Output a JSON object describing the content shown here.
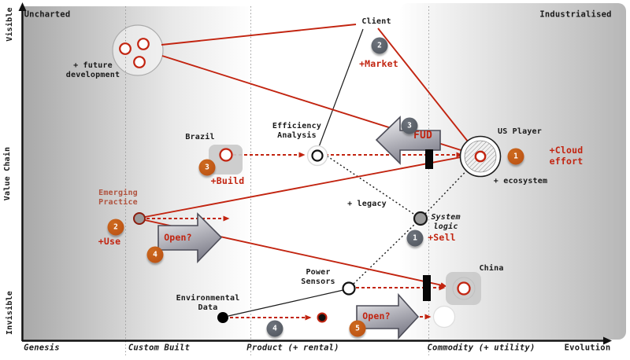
{
  "corners": {
    "top_left": "Uncharted",
    "top_right": "Industrialised"
  },
  "y_axis": {
    "title": "Value Chain",
    "top": "Visible",
    "bottom": "Invisible"
  },
  "x_axis": {
    "stages": [
      "Genesis",
      "Custom Built",
      "Product (+ rental)",
      "Commodity (+ utility)"
    ],
    "arrow_label": "Evolution"
  },
  "nodes": {
    "future_development": "+ future\ndevelopment",
    "client": "Client",
    "efficiency_analysis": "Efficiency\nAnalysis",
    "brazil": "Brazil",
    "us_player": "US Player",
    "ecosystem": "+ ecosystem",
    "emerging_practice": "Emerging\nPractice",
    "legacy": "+ legacy",
    "system_logic": "System\nlogic",
    "china": "China",
    "power_sensors": "Power\nSensors",
    "environmental_data": "Environmental\nData"
  },
  "annotations": {
    "market": "+Market",
    "fud": "FUD",
    "cloud_effort": "+Cloud effort",
    "build": "+Build",
    "use": "+Use",
    "open_custom": "Open?",
    "sell": "+Sell",
    "open_commodity": "Open?"
  },
  "badges": {
    "cloud_effort": "1",
    "use": "2",
    "build": "3",
    "open_custom": "4",
    "open_commodity": "5",
    "sell": "1",
    "market": "2",
    "fud": "3",
    "environmental_data": "4"
  },
  "colors": {
    "red_line": "#c22410",
    "rust_text": "#b0533f",
    "orange_badge": "#b84e12",
    "gray_badge": "#4e535b"
  }
}
